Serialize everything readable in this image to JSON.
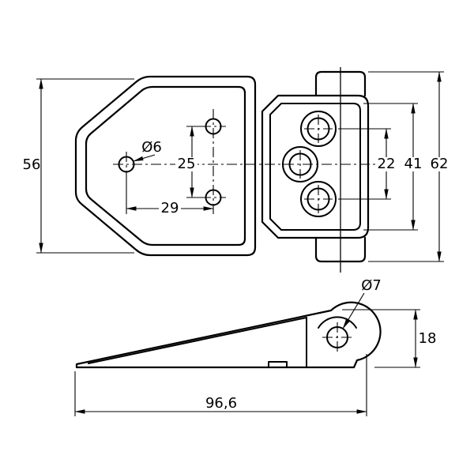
{
  "drawing": {
    "background": "#ffffff",
    "line_color": "#000000",
    "top_view": {
      "plate_height": "56",
      "hole_diameter": "Ø6",
      "hole_spacing_vertical": "25",
      "hole_spacing_horizontal": "29",
      "pin_spacing": "22",
      "bracket_height": "41",
      "overall_height": "62"
    },
    "side_view": {
      "pin_hole_diameter": "Ø7",
      "height": "18",
      "overall_length": "96,6"
    }
  }
}
